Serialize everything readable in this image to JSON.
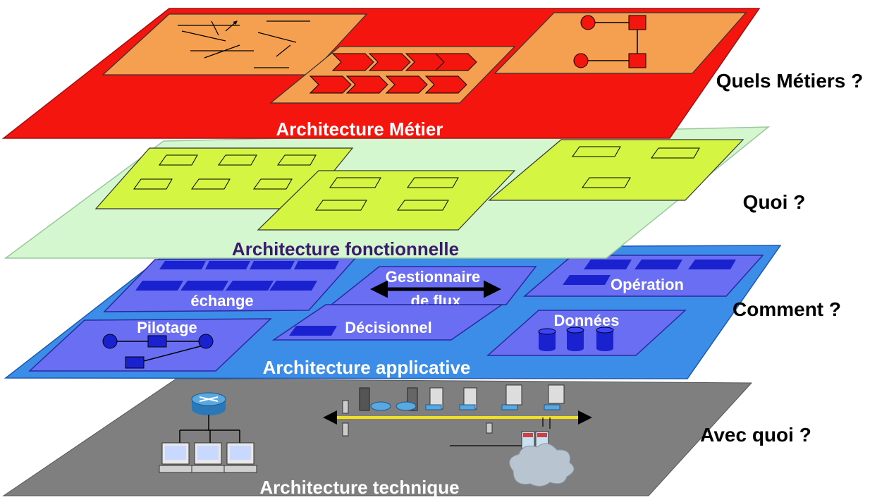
{
  "layers": {
    "metier": {
      "title": "Architecture Métier",
      "question": "Quels Métiers ?",
      "color": "#f5150f",
      "panel_color": "#f5a050"
    },
    "fonctionnelle": {
      "title": "Architecture fonctionnelle",
      "question": "Quoi ?",
      "color": "#d4f7d0",
      "panel_color": "#d4f542"
    },
    "applicative": {
      "title": "Architecture applicative",
      "question": "Comment ?",
      "color": "#3b8de8",
      "panel_color": "#6a6ef2",
      "blocks": {
        "echange": "échange",
        "gestionnaire_line1": "Gestionnaire",
        "gestionnaire_line2": "de flux",
        "operation": "Opération",
        "pilotage": "Pilotage",
        "decisionnel": "Décisionnel",
        "donnees": "Données"
      }
    },
    "technique": {
      "title": "Architecture technique",
      "question": "Avec quoi ?",
      "color": "#7f7f7f"
    }
  },
  "icons": [
    "router-icon",
    "workstation-icon",
    "server-icon",
    "web-server-icon",
    "firewall-icon",
    "cloud-icon",
    "database-icon"
  ]
}
